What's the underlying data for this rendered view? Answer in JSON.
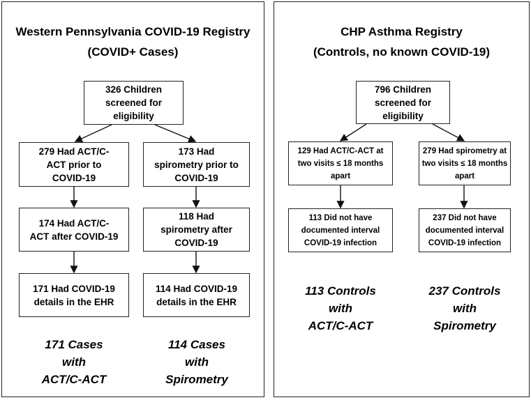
{
  "left": {
    "title": "Western Pennsylvania COVID-19 Registry\n(COVID+ Cases)",
    "screened": "326 Children\nscreened for\neligibility",
    "act": [
      "279 Had ACT/C-\nACT prior to\nCOVID-19",
      "174 Had ACT/C-\nACT after COVID-19",
      "171 Had COVID-19\ndetails in the EHR"
    ],
    "spiro": [
      "173 Had\nspirometry prior to\nCOVID-19",
      "118 Had\nspirometry after\nCOVID-19",
      "114 Had COVID-19\ndetails in the EHR"
    ],
    "outcome_act": "171 Cases\nwith\nACT/C-ACT",
    "outcome_spiro": "114 Cases\nwith\nSpirometry"
  },
  "right": {
    "title": "CHP Asthma Registry\n(Controls, no known COVID-19)",
    "screened": "796 Children\nscreened for\neligibility",
    "act": [
      "129 Had ACT/C-ACT at\ntwo visits ≤ 18 months\napart",
      "113 Did not have\ndocumented interval\nCOVID-19 infection"
    ],
    "spiro": [
      "279 Had spirometry at\ntwo visits ≤ 18 months\napart",
      "237 Did not have\ndocumented interval\nCOVID-19 infection"
    ],
    "outcome_act": "113 Controls\nwith\nACT/C-ACT",
    "outcome_spiro": "237 Controls\nwith\nSpirometry"
  }
}
